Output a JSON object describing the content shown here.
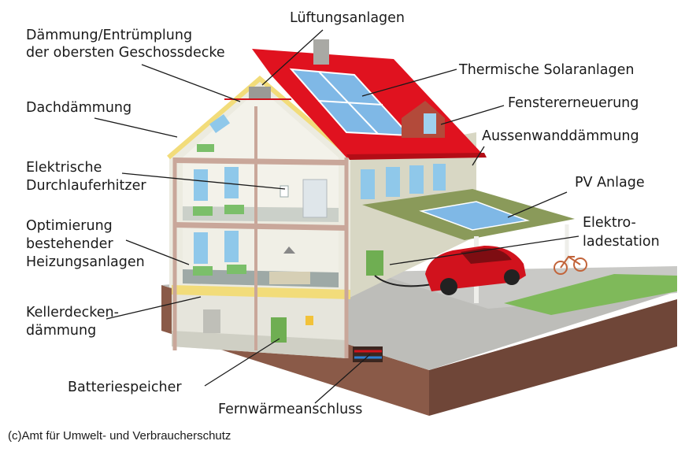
{
  "labels": {
    "lueftung": "Lüftungsanlagen",
    "daemmung_line1": "Dämmung/Entrümplung",
    "daemmung_line2": "der obersten Geschossdecke",
    "solar": "Thermische Solaranlagen",
    "dachdaemmung": "Dachdämmung",
    "fenster": "Fenstererneuerung",
    "aussenwand": "Aussenwanddämmung",
    "durchlauf_line1": "Elektrische",
    "durchlauf_line2": "Durchlauferhitzer",
    "pv": "PV Anlage",
    "opt_line1": "Optimierung",
    "opt_line2": "bestehender",
    "opt_line3": "Heizungsanlagen",
    "elektro_line1": "Elektro-",
    "elektro_line2": "ladestation",
    "keller_line1": "Kellerdecken-",
    "keller_line2": "dämmung",
    "batterie": "Batteriespeicher",
    "fernwaerme": "Fernwärmeanschluss"
  },
  "credit": "(c)Amt für Umwelt- und Verbraucherschutz",
  "colors": {
    "roof": "#e0121f",
    "ground": "#8a5a48",
    "wall": "#d8d7c4",
    "solar": "#7fb8e6",
    "insulation": "#f2dc7a",
    "car": "#d1121d"
  }
}
